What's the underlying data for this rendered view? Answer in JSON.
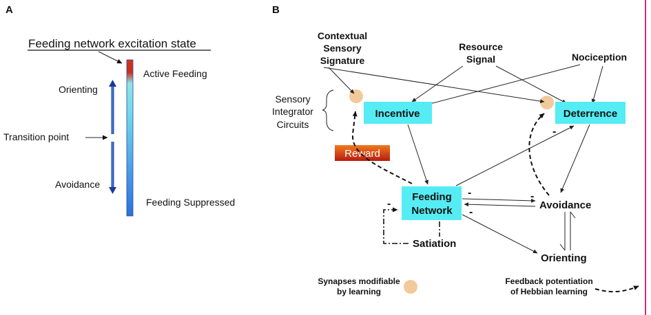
{
  "panel_a": {
    "label": "A",
    "title": "Feeding network excitation state",
    "active_feeding": "Active Feeding",
    "orienting": "Orienting",
    "transition_point": "Transition point",
    "avoidance": "Avoidance",
    "feeding_suppressed": "Feeding Suppressed",
    "colors": {
      "active": "#e03a20",
      "suppressed": "#3a7fe0",
      "mid": "#7fe6ea"
    }
  },
  "panel_b": {
    "label": "B",
    "contextual": [
      "Contextual",
      "Sensory",
      "Signature"
    ],
    "resource": [
      "Resource",
      "Signal"
    ],
    "nociception": "Nociception",
    "sensory_integrator": [
      "Sensory",
      "Integrator",
      "Circuits"
    ],
    "incentive": "Incentive",
    "deterrence": "Deterrence",
    "reward": "Reward",
    "feeding_network": [
      "Feeding",
      "Network"
    ],
    "avoidance": "Avoidance",
    "satiation": "Satiation",
    "orienting": "Orienting",
    "minus_sign": "-",
    "legend_synapse": [
      "Synapses modifiable",
      "by learning"
    ],
    "legend_feedback": [
      "Feedback potentiation",
      "of Hebbian learning"
    ],
    "colors": {
      "box": "#55ecf4",
      "synapse": "#f2c99a",
      "reward_top": "#e8641a",
      "reward_bottom": "#b81c10",
      "border": "#c0308a"
    }
  }
}
